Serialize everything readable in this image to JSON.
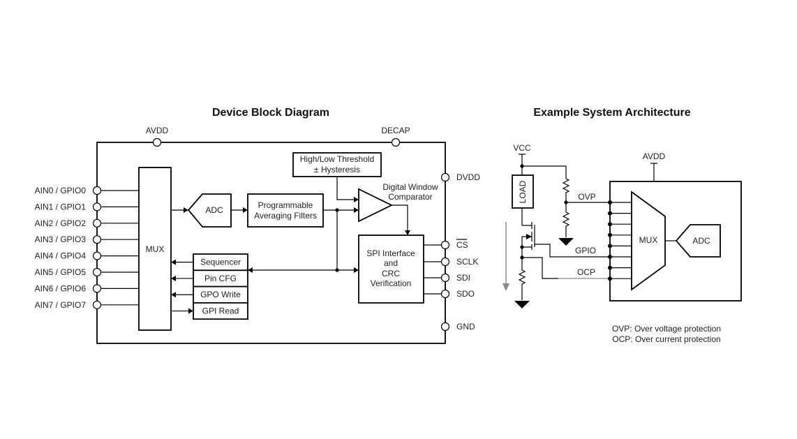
{
  "block_diagram": {
    "title": "Device Block Diagram",
    "top_pins": [
      "AVDD",
      "DECAP"
    ],
    "analog_pins": [
      "AIN0 / GPIO0",
      "AIN1 / GPIO1",
      "AIN2 / GPIO2",
      "AIN3 / GPIO3",
      "AIN4 / GPIO4",
      "AIN5 / GPIO5",
      "AIN6 / GPIO6",
      "AIN7 / GPIO7"
    ],
    "right_pins": {
      "dvdd": "DVDD",
      "cs": "CS",
      "sclk": "SCLK",
      "sdi": "SDI",
      "sdo": "SDO",
      "gnd": "GND"
    },
    "mux_label": "MUX",
    "adc_label": "ADC",
    "filters_label": [
      "Programmable",
      "Averaging Filters"
    ],
    "threshold_label": [
      "High/Low Threshold",
      "± Hysteresis"
    ],
    "comparator_label": [
      "Digital Window",
      "Comparator"
    ],
    "spi_label": [
      "SPI Interface",
      "and",
      "CRC",
      "Verification"
    ],
    "control_blocks": [
      "Sequencer",
      "Pin CFG",
      "GPO Write",
      "GPI Read"
    ]
  },
  "system_architecture": {
    "title": "Example System Architecture",
    "vcc_label": "VCC",
    "avdd_label": "AVDD",
    "load_label": "LOAD",
    "signals": [
      "OVP",
      "GPIO",
      "OCP"
    ],
    "mux_label": "MUX",
    "adc_label": "ADC",
    "legend": [
      "OVP: Over voltage protection",
      "OCP: Over current protection"
    ]
  }
}
